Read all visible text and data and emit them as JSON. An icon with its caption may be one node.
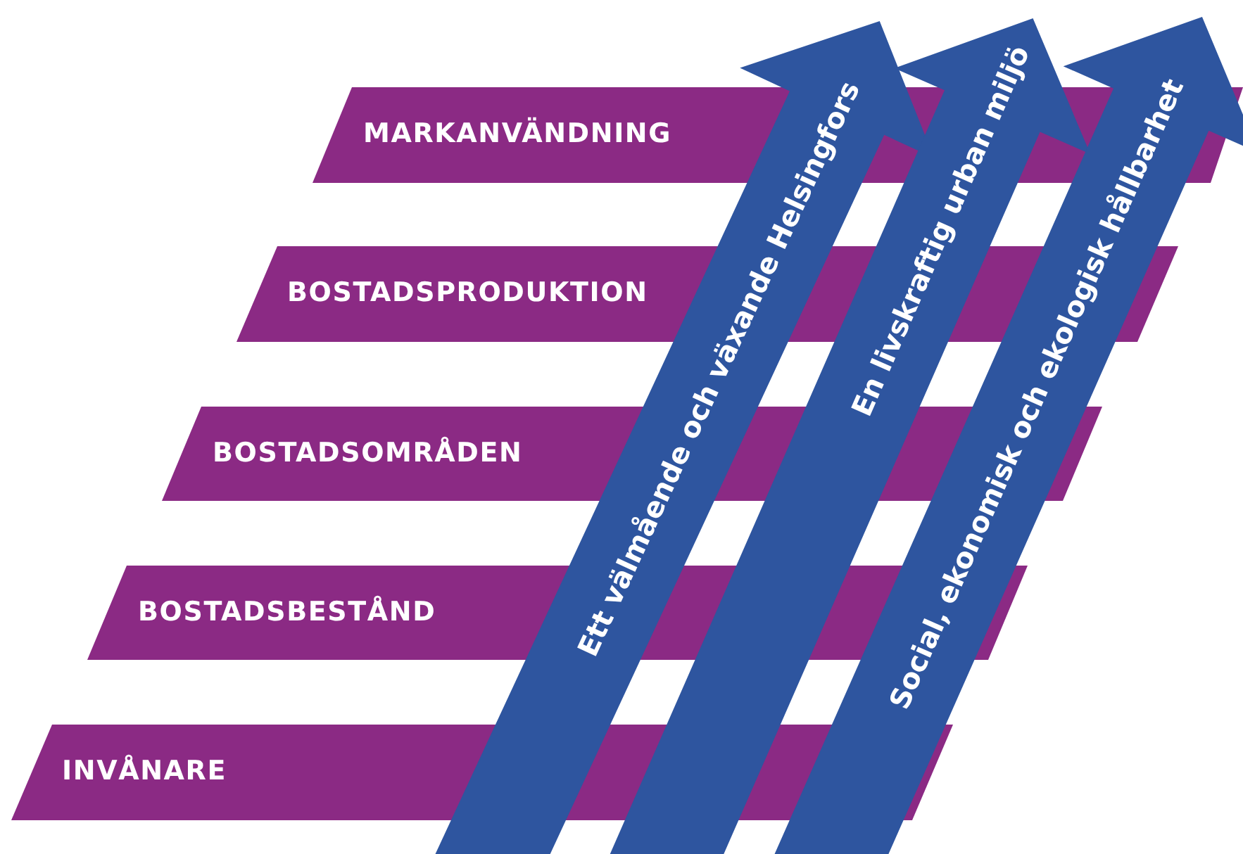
{
  "diagram": {
    "nodes": [
      {
        "text": [
          "MARKANVÄNDNING"
        ]
      },
      {
        "text": [
          "BOSTADSPRODUKTION"
        ]
      },
      {
        "text": [
          "BOSTADSOMRÅDEN"
        ]
      },
      {
        "text": [
          "BOSTADSBESTÅND"
        ]
      },
      {
        "text": [
          "INVÅNARE"
        ]
      },
      {
        "text": [
          "Ett välmående och växande Helsingfors"
        ]
      },
      {
        "text": [
          "En livskraftig urban miljö"
        ]
      },
      {
        "text": [
          "Social, ekonomisk och ekologisk hållbarhet"
        ]
      }
    ]
  }
}
